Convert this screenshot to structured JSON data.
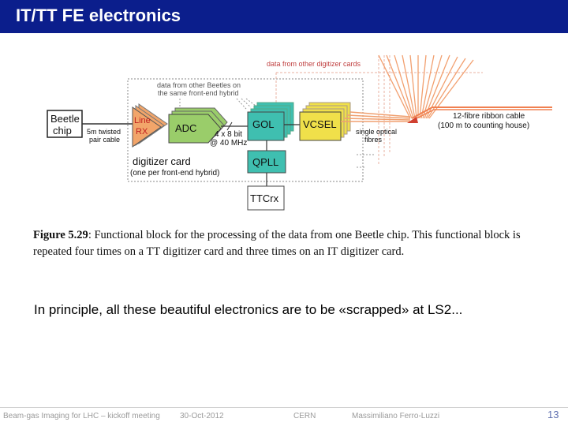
{
  "slide": {
    "title": "IT/TT FE electronics",
    "note": "In principle, all these beautiful electronics are to be «scrapped» at LS2...",
    "colors": {
      "title_bar": "#0b1e8c",
      "adc_green": "#9acd6a",
      "gol_teal": "#3fbfb0",
      "vcsel_yellow": "#f0e04a",
      "fibre_orange": "#f2a070"
    }
  },
  "diagram": {
    "beetle": [
      "Beetle",
      "chip"
    ],
    "twisted": [
      "5m twisted",
      "pair cable"
    ],
    "line_rx": [
      "Line",
      "RX"
    ],
    "adc": "ADC",
    "bits": [
      "4 x 8 bit",
      "@ 40 MHz"
    ],
    "gol": "GOL",
    "vcsel": "VCSEL",
    "qpll": "QPLL",
    "ttcrx": "TTCrx",
    "other_beetles": [
      "data from other Beetles on",
      "the same front-end hybrid"
    ],
    "other_digitizer": "data from other digitizer cards",
    "ribbon": [
      "12-fibre ribbon cable",
      "(100 m to counting house)"
    ],
    "single_optical": [
      "single optical",
      "fibres"
    ],
    "card": [
      "digitizer card",
      "(one per front-end hybrid)"
    ]
  },
  "caption": {
    "label": "Figure 5.29",
    "text": ": Functional block for the processing of the data from one Beetle chip. This functional block is repeated four times on a TT digitizer card and three times on an IT digitizer card."
  },
  "footer": {
    "event": "Beam-gas Imaging for LHC – kickoff meeting",
    "date": "30-Oct-2012",
    "org": "CERN",
    "author": "Massimiliano Ferro-Luzzi",
    "page": "13"
  }
}
